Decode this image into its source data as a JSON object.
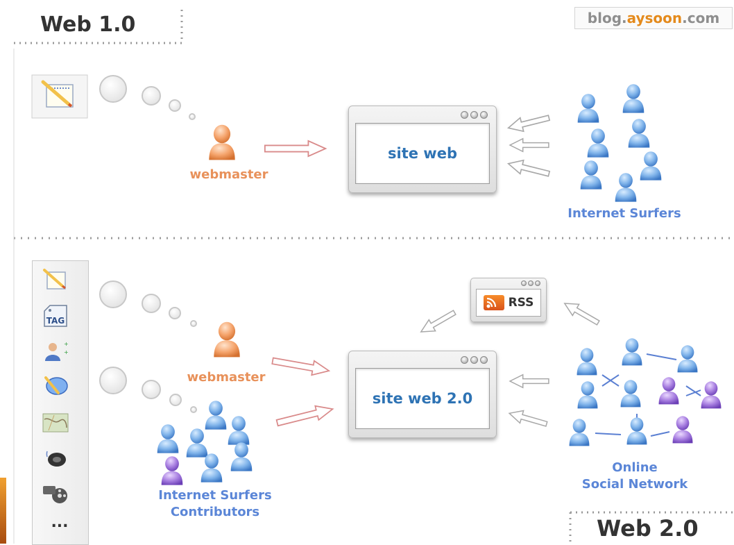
{
  "branding": {
    "prefix": "blog.",
    "accent": "aysoon",
    "suffix": ".com"
  },
  "web1": {
    "title": "Web 1.0",
    "site_label": "site web",
    "webmaster_label": "webmaster",
    "surfers_label": "Internet Surfers"
  },
  "web2": {
    "title": "Web 2.0",
    "site_label": "site web 2.0",
    "webmaster_label": "webmaster",
    "contributors_label_line1": "Internet Surfers",
    "contributors_label_line2": "Contributors",
    "network_label_line1": "Online",
    "network_label_line2": "Social Network",
    "rss_label": "RSS",
    "tag_label": "TAG",
    "toolbox_more": "...",
    "tools": [
      "notepad-icon",
      "tag-icon",
      "user-rating-icon",
      "chat-bubble-icon",
      "map-icon",
      "speaker-icon",
      "film-reel-icon"
    ]
  },
  "colors": {
    "webmaster": "#f0a26a",
    "surfer": "#6fa8e6",
    "contributor_purple": "#9b6fd9",
    "accent_text_blue": "#5b86d7",
    "accent_text_orange": "#e8915a",
    "site_text": "#2e73b4"
  }
}
